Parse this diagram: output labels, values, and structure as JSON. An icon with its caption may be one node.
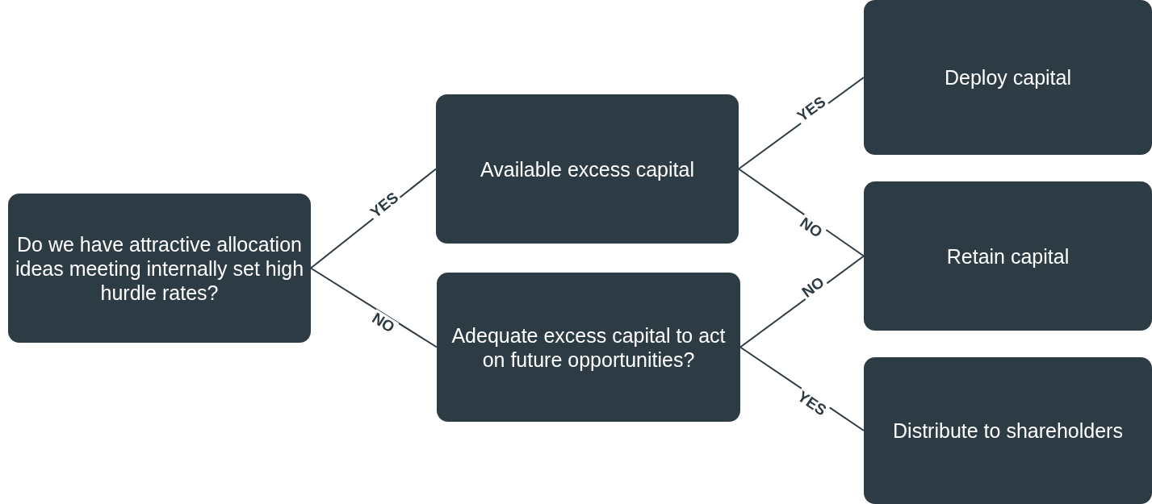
{
  "diagram": {
    "nodes": [
      {
        "text": [
          "Do we have attractive allocation ideas meeting internally set high hurdle rates?"
        ]
      },
      {
        "text": [
          "Available excess capital"
        ]
      },
      {
        "text": [
          "Adequate excess capital to act on future opportunities?"
        ]
      },
      {
        "text": [
          "Deploy capital"
        ]
      },
      {
        "text": [
          "Retain capital"
        ]
      },
      {
        "text": [
          "Distribute to shareholders"
        ]
      }
    ],
    "edges": [
      {
        "from": 0,
        "to": 1,
        "arrow": "none",
        "label": "YES"
      },
      {
        "from": 0,
        "to": 2,
        "arrow": "none",
        "label": "NO"
      },
      {
        "from": 1,
        "to": 3,
        "arrow": "none",
        "label": "YES"
      },
      {
        "from": 1,
        "to": 4,
        "arrow": "none",
        "label": "NO"
      },
      {
        "from": 2,
        "to": 4,
        "arrow": "none",
        "label": "NO"
      },
      {
        "from": 2,
        "to": 5,
        "arrow": "none",
        "label": "YES"
      }
    ]
  }
}
